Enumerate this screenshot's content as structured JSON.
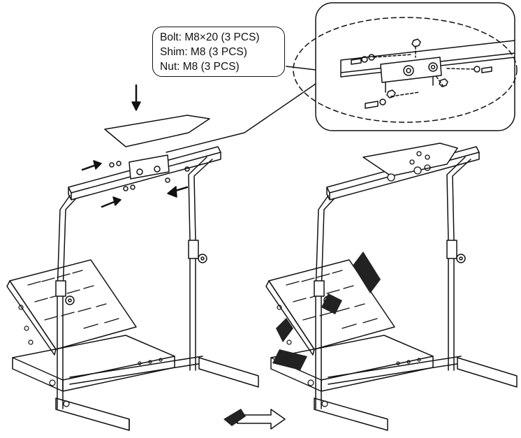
{
  "callout": {
    "bolt": "Bolt: M8×20 (3 PCS)",
    "shim": "Shim: M8 (3 PCS)",
    "nut": "Nut:  M8 (3 PCS)"
  },
  "colors": {
    "line": "#111111",
    "background": "#ffffff"
  }
}
